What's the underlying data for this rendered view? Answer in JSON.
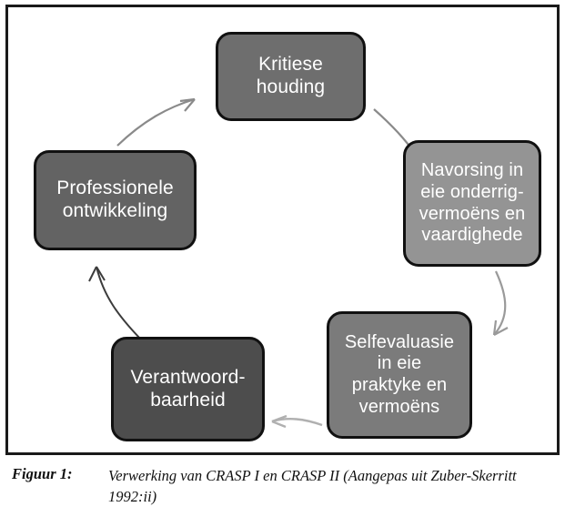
{
  "figure": {
    "caption_label": "Figuur 1:",
    "caption_text": "Verwerking van CRASP I en CRASP II (Aangepas uit Zuber-Skerritt 1992:ii)",
    "frame_border_color": "#1a1a1a",
    "background_color": "#ffffff"
  },
  "diagram": {
    "type": "cycle",
    "direction": "clockwise",
    "node_text_color": "#ffffff",
    "nodes": [
      {
        "id": "kritiese-houding",
        "label": "Kritiese\nhouding",
        "fill": "#6e6e6e",
        "position": "top"
      },
      {
        "id": "navorsing",
        "label": "Navorsing in\neie onderrig-\nvermoëns en\nvaardighede",
        "fill": "#949494",
        "position": "right"
      },
      {
        "id": "selfevaluasie",
        "label": "Selfevaluasie\nin eie\npraktyke en\nvermoëns",
        "fill": "#7b7b7b",
        "position": "bottom-right"
      },
      {
        "id": "verantwoordbaarheid",
        "label": "Verantwoord-\nbaarheid",
        "fill": "#4d4d4d",
        "position": "bottom-left"
      },
      {
        "id": "professionele-ontwikkeling",
        "label": "Professionele\nontwikkeling",
        "fill": "#636363",
        "position": "left"
      }
    ],
    "arrows": [
      {
        "id": "arrow-critical-to-research",
        "from": "kritiese-houding",
        "to": "navorsing",
        "color": "#8a8a8a"
      },
      {
        "id": "arrow-research-to-selfeval",
        "from": "navorsing",
        "to": "selfevaluasie",
        "color": "#9a9a9a"
      },
      {
        "id": "arrow-selfeval-to-accountability",
        "from": "selfevaluasie",
        "to": "verantwoordbaarheid",
        "color": "#b0b0b0"
      },
      {
        "id": "arrow-accountability-to-professional",
        "from": "verantwoordbaarheid",
        "to": "professionele-ontwikkeling",
        "color": "#3c3c3c"
      },
      {
        "id": "arrow-professional-to-critical",
        "from": "professionele-ontwikkeling",
        "to": "kritiese-houding",
        "color": "#8a8a8a"
      }
    ]
  }
}
